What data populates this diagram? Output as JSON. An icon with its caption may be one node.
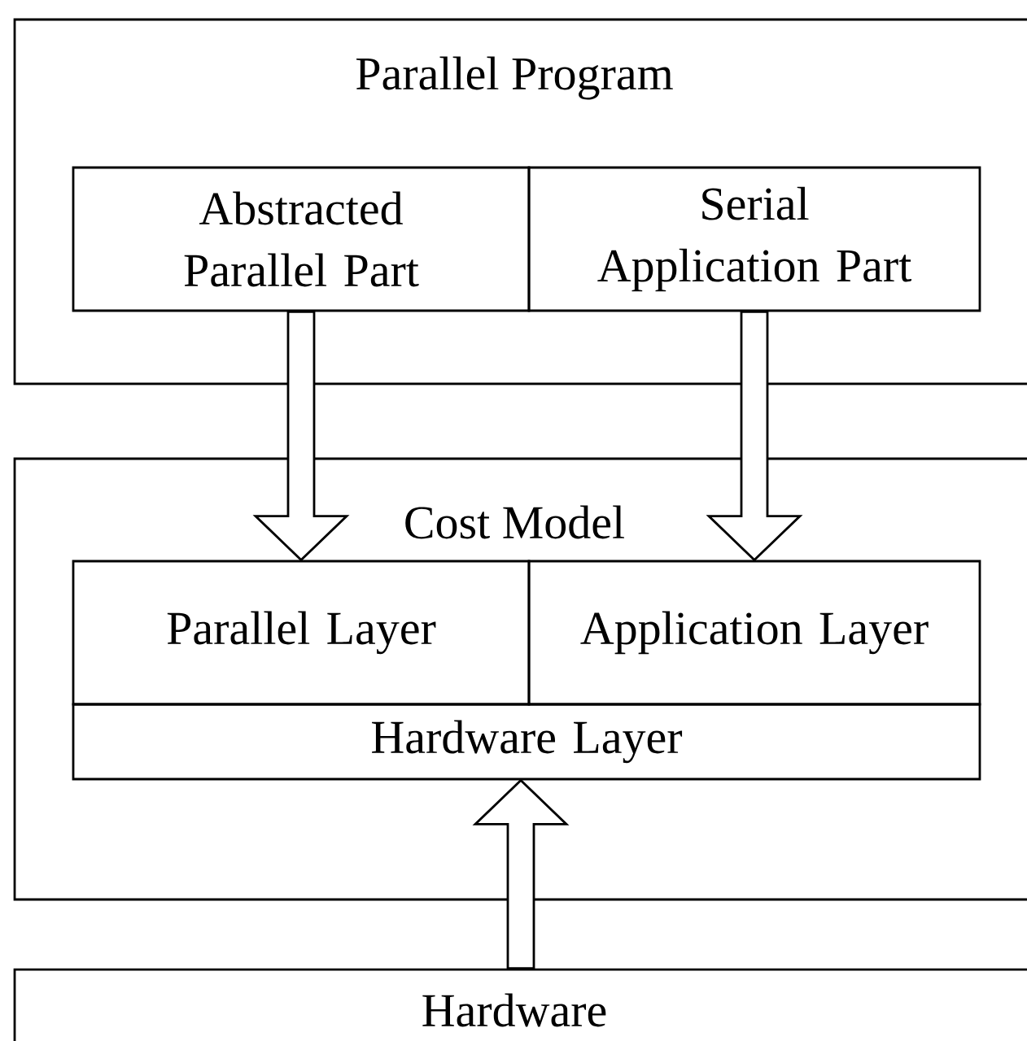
{
  "diagram": {
    "nodes": [
      {
        "text": [
          "Parallel Program"
        ]
      },
      {
        "text": [
          "Abstracted Parallel Part"
        ],
        "in": 0
      },
      {
        "text": [
          "Serial Application Part"
        ],
        "in": 0
      },
      {
        "text": [
          "Cost Model"
        ]
      },
      {
        "text": [
          "Parallel Layer"
        ],
        "in": 3
      },
      {
        "text": [
          "Application Layer"
        ],
        "in": 3
      },
      {
        "text": [
          "Hardware Layer"
        ],
        "in": 3
      },
      {
        "text": [
          "Hardware"
        ]
      }
    ],
    "edges": [
      {
        "from": 1,
        "to": 4,
        "arrow": "to"
      },
      {
        "from": 2,
        "to": 5,
        "arrow": "to"
      },
      {
        "from": 7,
        "to": 6,
        "arrow": "to"
      }
    ]
  }
}
